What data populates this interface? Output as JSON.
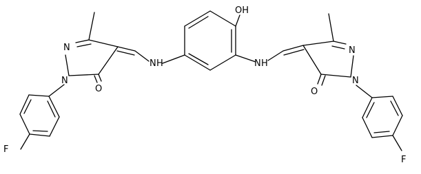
{
  "image_kind": "chemical structure drawing",
  "atom_labels": {
    "hydroxyl": "OH",
    "ring_n_left_top": "N",
    "ring_n_left_bottom": "N",
    "ring_n_right_top": "N",
    "ring_n_right_bottom": "N",
    "amine_left": "N",
    "amine_left_h": "H",
    "amine_right": "N",
    "amine_right_h": "H",
    "carbonyl_o_left": "O",
    "carbonyl_o_right": "O",
    "fluorine_left": "F",
    "fluorine_right": "F"
  },
  "colors": {
    "bond": "#000000",
    "text": "#000000",
    "background": "#ffffff"
  }
}
